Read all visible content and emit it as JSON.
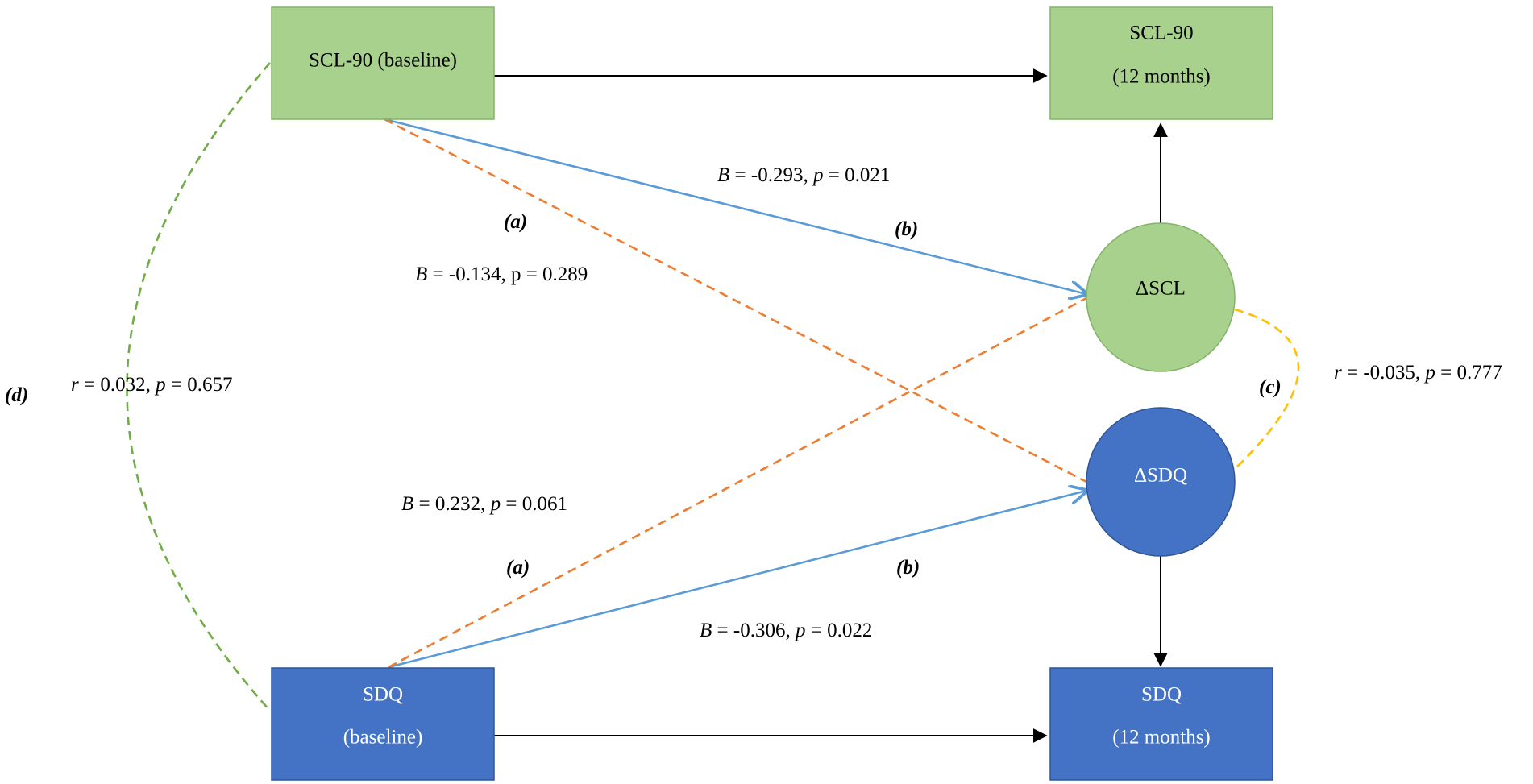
{
  "colors": {
    "green_fill": "#a9d18e",
    "green_stroke": "#82b366",
    "blue_fill": "#4472c4",
    "blue_stroke": "#2f5597",
    "light_blue_line": "#5b9bd5",
    "orange_dashed": "#ed7d31",
    "yellow_dashed": "#ffc000",
    "green_dashed": "#70ad47",
    "black": "#000000",
    "white": "#ffffff"
  },
  "nodes": {
    "scl_baseline": {
      "line1": "SCL-90 (baseline)"
    },
    "scl_12m": {
      "line1": "SCL-90",
      "line2": "(12 months)"
    },
    "delta_scl": {
      "label": "ΔSCL"
    },
    "delta_sdq": {
      "label": "ΔSDQ"
    },
    "sdq_baseline": {
      "line1": "SDQ",
      "line2": "(baseline)"
    },
    "sdq_12m": {
      "line1": "SDQ",
      "line2": "(12 months)"
    }
  },
  "labels": {
    "b_scl": {
      "var": "B",
      "eq": " = -0.293, ",
      "pvar": "p",
      "val": " = 0.021"
    },
    "a_scl_to_dsdq": {
      "var": "B",
      "rest": " = -0.134, p = 0.289"
    },
    "a_sdq_to_dscl": {
      "var": "B",
      "eq": " = 0.232, ",
      "pvar": "p",
      "val": " = 0.061"
    },
    "b_sdq": {
      "var": "B",
      "eq": " = -0.306, ",
      "pvar": "p",
      "val": " = 0.022"
    },
    "c_corr": {
      "var": "r",
      "eq": " = -0.035, ",
      "pvar": "p",
      "val": " = 0.777"
    },
    "d_corr": {
      "var": "r",
      "eq": " = 0.032, ",
      "pvar": "p",
      "val": " = 0.657"
    }
  },
  "tags": {
    "a_top": "(a)",
    "b_top": "(b)",
    "a_bottom": "(a)",
    "b_bottom": "(b)",
    "c": "(c)",
    "d": "(d)"
  }
}
